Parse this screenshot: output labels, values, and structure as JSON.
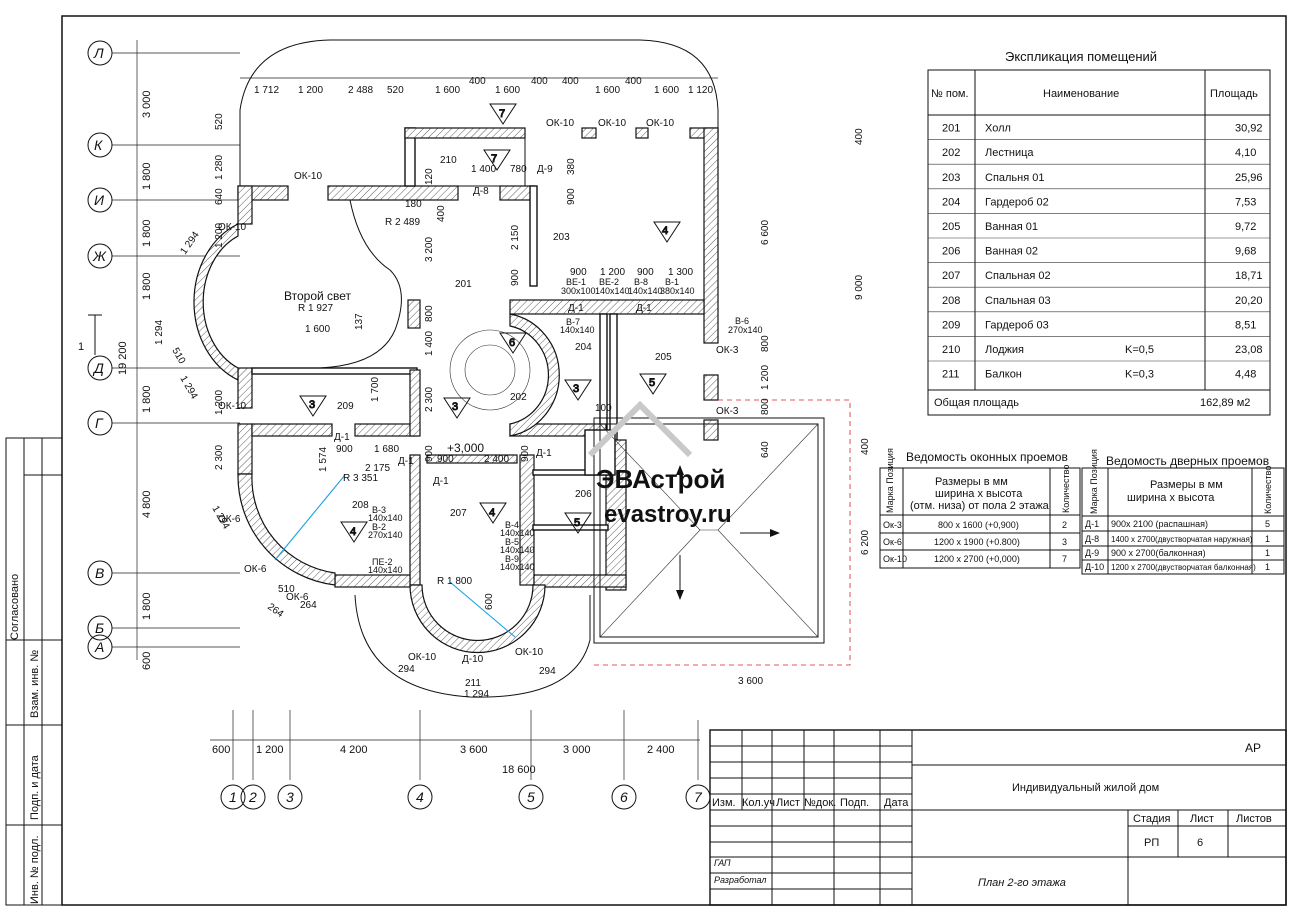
{
  "explication": {
    "title": "Экспликация помещений",
    "headers": [
      "№ пом.",
      "Наименование",
      "Площадь"
    ],
    "rows": [
      {
        "no": "201",
        "name": "Холл",
        "k": "",
        "area": "30,92"
      },
      {
        "no": "202",
        "name": "Лестница",
        "k": "",
        "area": "4,10"
      },
      {
        "no": "203",
        "name": "Спальня 01",
        "k": "",
        "area": "25,96"
      },
      {
        "no": "204",
        "name": "Гардероб 02",
        "k": "",
        "area": "7,53"
      },
      {
        "no": "205",
        "name": "Ванная 01",
        "k": "",
        "area": "9,72"
      },
      {
        "no": "206",
        "name": "Ванная 02",
        "k": "",
        "area": "9,68"
      },
      {
        "no": "207",
        "name": "Спальная 02",
        "k": "",
        "area": "18,71"
      },
      {
        "no": "208",
        "name": "Спальная 03",
        "k": "",
        "area": "20,20"
      },
      {
        "no": "209",
        "name": "Гардероб 03",
        "k": "",
        "area": "8,51"
      },
      {
        "no": "210",
        "name": "Лоджия",
        "k": "K=0,5",
        "area": "23,08"
      },
      {
        "no": "211",
        "name": "Балкон",
        "k": "K=0,3",
        "area": "4,48"
      }
    ],
    "total_label": "Общая площадь",
    "total_value": "162,89 м2"
  },
  "windows": {
    "title": "Ведомость оконных проемов",
    "h_mark": "Марка Позиция",
    "h_size": [
      "Размеры в мм",
      "ширина х высота",
      "(отм. низа) от пола 2 этажа"
    ],
    "h_qty": "Количество",
    "rows": [
      {
        "mark": "Ок-3",
        "size": "800 х 1600 (+0,900)",
        "qty": "2"
      },
      {
        "mark": "Ок-6",
        "size": "1200 х 1900 (+0.800)",
        "qty": "3"
      },
      {
        "mark": "Ок-10",
        "size": "1200 х 2700 (+0,000)",
        "qty": "7"
      }
    ]
  },
  "doors": {
    "title": "Ведомость дверных проемов",
    "h_mark": "Марка Позиция",
    "h_size": [
      "Размеры в мм",
      "ширина х высота"
    ],
    "h_qty": "Количество",
    "rows": [
      {
        "mark": "Д-1",
        "size": "900х 2100 (распашная)",
        "qty": "5"
      },
      {
        "mark": "Д-8",
        "size": "1400 х 2700(двустворчатая наружная)",
        "qty": "1"
      },
      {
        "mark": "Д-9",
        "size": "900 х 2700(балконная)",
        "qty": "1"
      },
      {
        "mark": "Д-10",
        "size": "1200 х 2700(двустворчатая балконная)",
        "qty": "1"
      }
    ]
  },
  "stamp": {
    "code": "АР",
    "project": "Индивидуальный жилой дом",
    "cols": [
      "Изм.",
      "Кол.уч",
      "Лист",
      "№док.",
      "Подп.",
      "Дата"
    ],
    "stage_h": "Стадия",
    "sheet_h": "Лист",
    "sheets_h": "Листов",
    "stage": "РП",
    "sheet": "6",
    "sheets": "",
    "gap": "ГАП",
    "dev": "Разработал",
    "sheet_title": "План 2-го этажа"
  },
  "side_stamp": [
    "Согласовано",
    "Взам. инв. №",
    "Подп. и дата",
    "Инв. № подл."
  ],
  "watermark": {
    "line1": "ЭВАстрой",
    "line2": "evastroy.ru"
  },
  "axes": {
    "letters": [
      "Л",
      "К",
      "И",
      "Ж",
      "Д",
      "Г",
      "В",
      "Б",
      "А"
    ],
    "numbers": [
      "1",
      "2",
      "3",
      "4",
      "5",
      "6",
      "7"
    ]
  },
  "dims": {
    "left": [
      "3 000",
      "1 800",
      "1 800",
      "1 800",
      "1 800",
      "4 800",
      "1 800",
      "600"
    ],
    "left_total": "19 200",
    "bottom": [
      "600",
      "1 200",
      "4 200",
      "3 600",
      "3 000",
      "2 400"
    ],
    "bottom_total": "18 600",
    "top": [
      "1 712",
      "1 200",
      "2 488",
      "520",
      "1 600",
      "400",
      "1 600",
      "400",
      "1 600",
      "400",
      "1 120"
    ],
    "right_a": "400",
    "right_b": "9 000",
    "right_c": "6 600",
    "right_d": "6 200",
    "roof": "3 600"
  },
  "rooms": {
    "second_light": "Второй свет",
    "r1927": "R 1 927",
    "r2489": "R 2 489",
    "r3351": "R 3 351",
    "r1800": "R 1 800",
    "level": "+3,000",
    "labels": [
      "201",
      "202",
      "203",
      "204",
      "205",
      "206",
      "207",
      "208",
      "209",
      "210",
      "211"
    ]
  },
  "openings": {
    "ok10": "ОК-10",
    "ok6": "ОК-6",
    "ok3": "ОК-3",
    "d1": "Д-1",
    "d8": "Д-8",
    "d9": "Д-9",
    "d10": "Д-10"
  },
  "fixtures": [
    {
      "mark": "ВЕ-1",
      "size": "300х100"
    },
    {
      "mark": "ВЕ-2",
      "size": "140х140"
    },
    {
      "mark": "В-8",
      "size": "140х140"
    },
    {
      "mark": "В-1",
      "size": "380х140"
    },
    {
      "mark": "В-6",
      "size": "270х140"
    },
    {
      "mark": "В-7",
      "size": "140х140"
    },
    {
      "mark": "В-3",
      "size": "140х140"
    },
    {
      "mark": "В-2",
      "size": "270х140"
    },
    {
      "mark": "ПЕ-2",
      "size": "140х140"
    },
    {
      "mark": "В-4",
      "size": "140х140"
    },
    {
      "mark": "В-5",
      "size": "140х140"
    },
    {
      "mark": "В-9",
      "size": "140х140"
    }
  ],
  "misc_dims": {
    "d1400": "1 400",
    "d780": "780",
    "d180": "180",
    "d120": "120",
    "d400": "400",
    "d2150": "2 150",
    "d3200": "3 200",
    "d800": "800",
    "d900": "900",
    "d1200": "1 200",
    "d1300": "1 300",
    "d1600": "1 600",
    "d137": "137",
    "d1700": "1 700",
    "d2300": "2 300",
    "d1680": "1 680",
    "d1574": "1 574",
    "d2175": "2 175",
    "d2400": "2 400",
    "d640": "640",
    "d100": "100",
    "d380": "380",
    "d600": "600",
    "d1294": "1 294",
    "d510": "510",
    "d264": "264",
    "d294": "294",
    "d520": "520",
    "d1280": "1 280"
  },
  "section_mark": "1"
}
